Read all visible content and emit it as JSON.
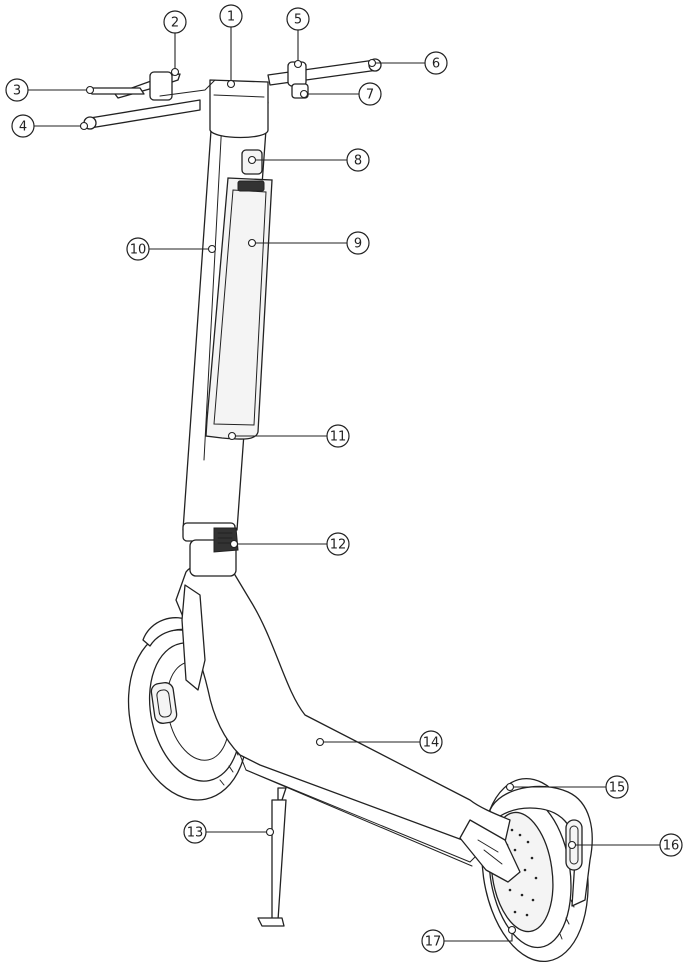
{
  "diagram": {
    "subject": "electric-kick-scooter",
    "callouts": [
      {
        "id": "c1",
        "label": "1"
      },
      {
        "id": "c2",
        "label": "2"
      },
      {
        "id": "c3",
        "label": "3"
      },
      {
        "id": "c4",
        "label": "4"
      },
      {
        "id": "c5",
        "label": "5"
      },
      {
        "id": "c6",
        "label": "6"
      },
      {
        "id": "c7",
        "label": "7"
      },
      {
        "id": "c8",
        "label": "8"
      },
      {
        "id": "c9",
        "label": "9"
      },
      {
        "id": "c10",
        "label": "10"
      },
      {
        "id": "c11",
        "label": "11"
      },
      {
        "id": "c12",
        "label": "12"
      },
      {
        "id": "c13",
        "label": "13"
      },
      {
        "id": "c14",
        "label": "14"
      },
      {
        "id": "c15",
        "label": "15"
      },
      {
        "id": "c16",
        "label": "16"
      },
      {
        "id": "c17",
        "label": "17"
      }
    ],
    "colors": {
      "line": "#222222",
      "background": "#ffffff"
    }
  }
}
